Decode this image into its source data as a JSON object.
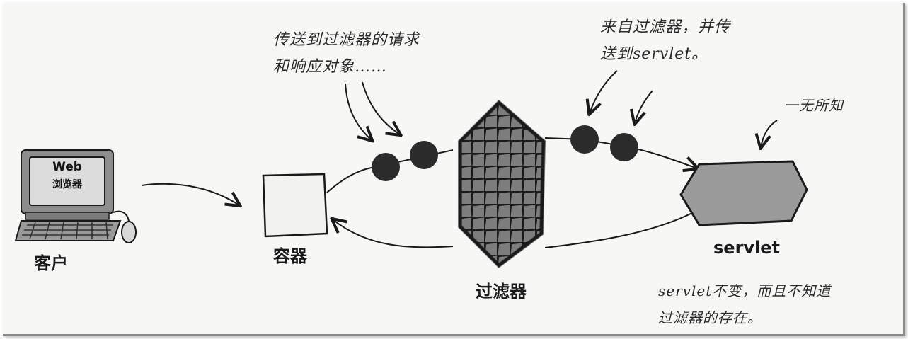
{
  "nodes": {
    "client": {
      "screen_line1": "Web",
      "screen_line2": "浏览器",
      "label": "客户"
    },
    "container": {
      "label": "容器"
    },
    "filter": {
      "label": "过滤器"
    },
    "servlet": {
      "label": "servlet"
    }
  },
  "annotations": {
    "to_filter": "传送到过滤器的请求\n和响应对象……",
    "from_filter": "来自过滤器，并传\n送到servlet。",
    "unaware": "一无所知",
    "servlet_note": "servlet不变，而且不知道\n过滤器的存在。"
  },
  "colors": {
    "ink": "#1a1a1a",
    "ball": "#2b2b2b",
    "filter_fill": "#7d7d7d",
    "servlet_fill": "#9a9a9a",
    "container_fill": "#f2f2ee"
  }
}
